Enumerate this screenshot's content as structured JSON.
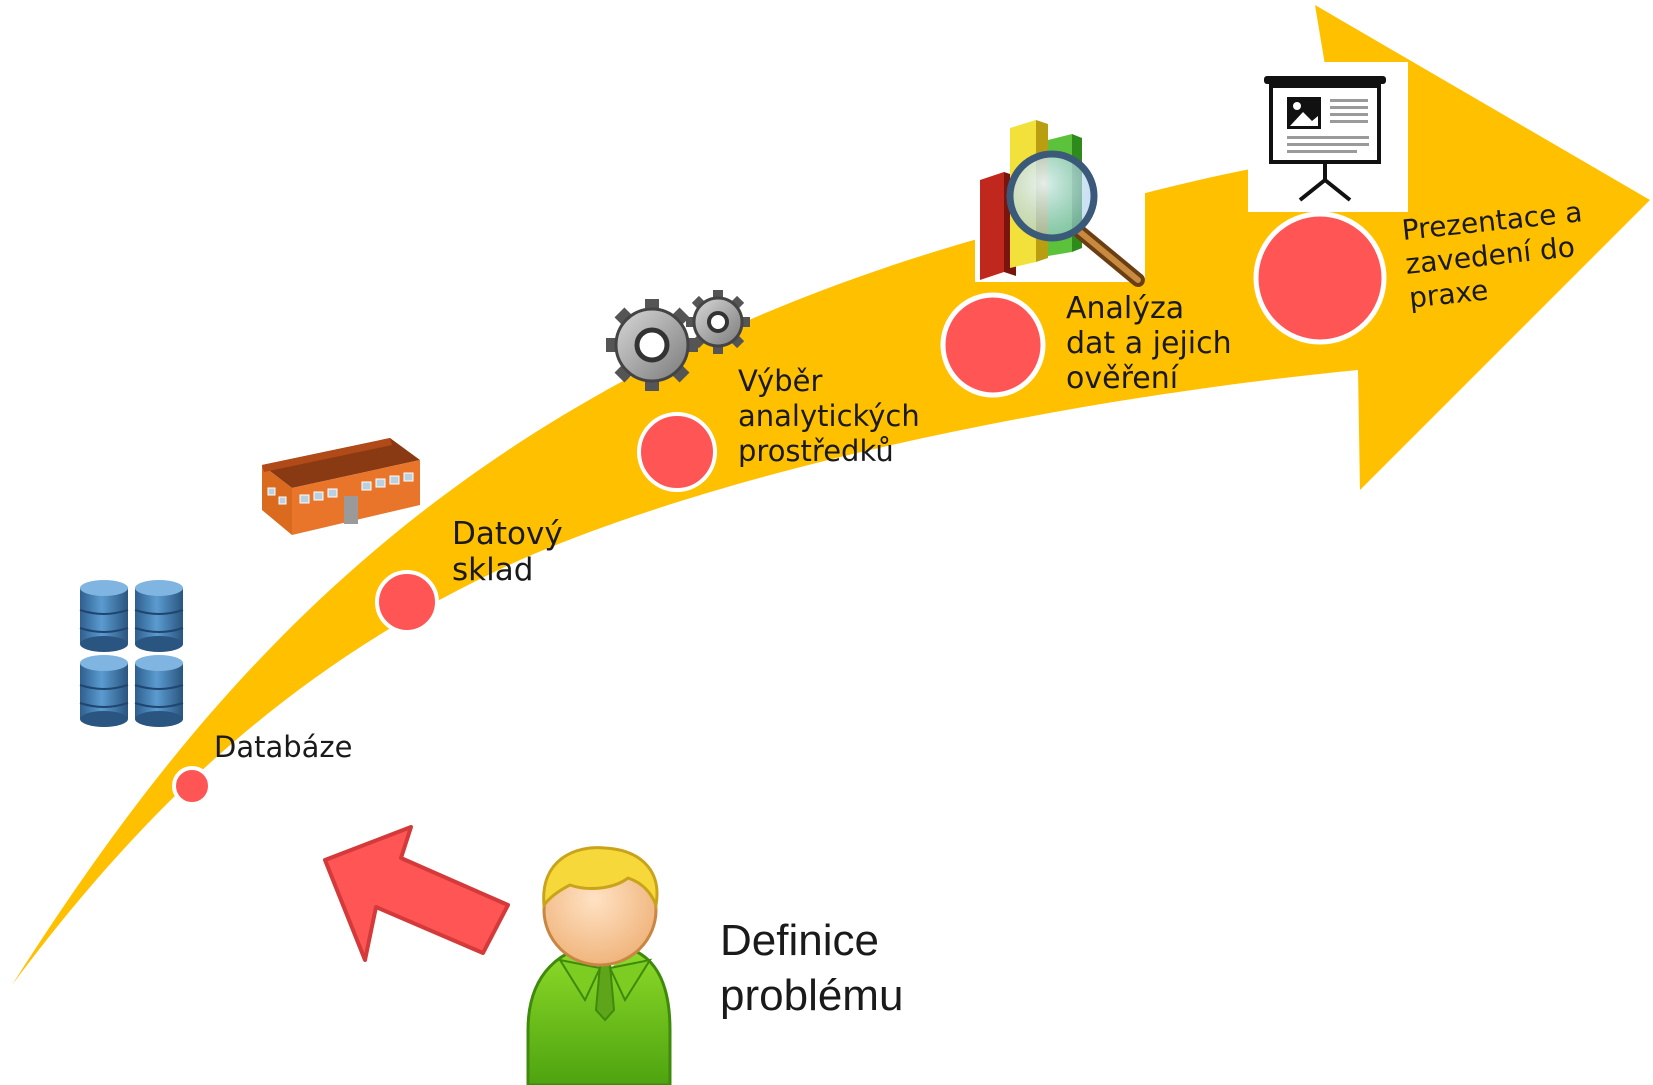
{
  "colors": {
    "arrow": "#FFC000",
    "marker": "#FF5555",
    "marker_border": "#ffffff",
    "pointer_arrow": "#FF5555",
    "text": "#1a1a1a"
  },
  "steps": [
    {
      "id": "databaze",
      "icon": "database-icon",
      "lines": [
        "Databáze"
      ]
    },
    {
      "id": "datovy-sklad",
      "icon": "warehouse-icon",
      "lines": [
        "Datový",
        "sklad"
      ]
    },
    {
      "id": "vyber",
      "icon": "gears-icon",
      "lines": [
        "Výběr",
        "analytických",
        "prostředků"
      ]
    },
    {
      "id": "analyza",
      "icon": "chart-magnifier-icon",
      "lines": [
        "Analýza",
        "dat a jejich",
        "ověření"
      ]
    },
    {
      "id": "prezentace",
      "icon": "presentation-board-icon",
      "lines": [
        "Prezentace a",
        "zavedení do",
        "praxe"
      ]
    }
  ],
  "start": {
    "icon": "person-icon",
    "lines": [
      "Definice",
      "problému"
    ]
  }
}
